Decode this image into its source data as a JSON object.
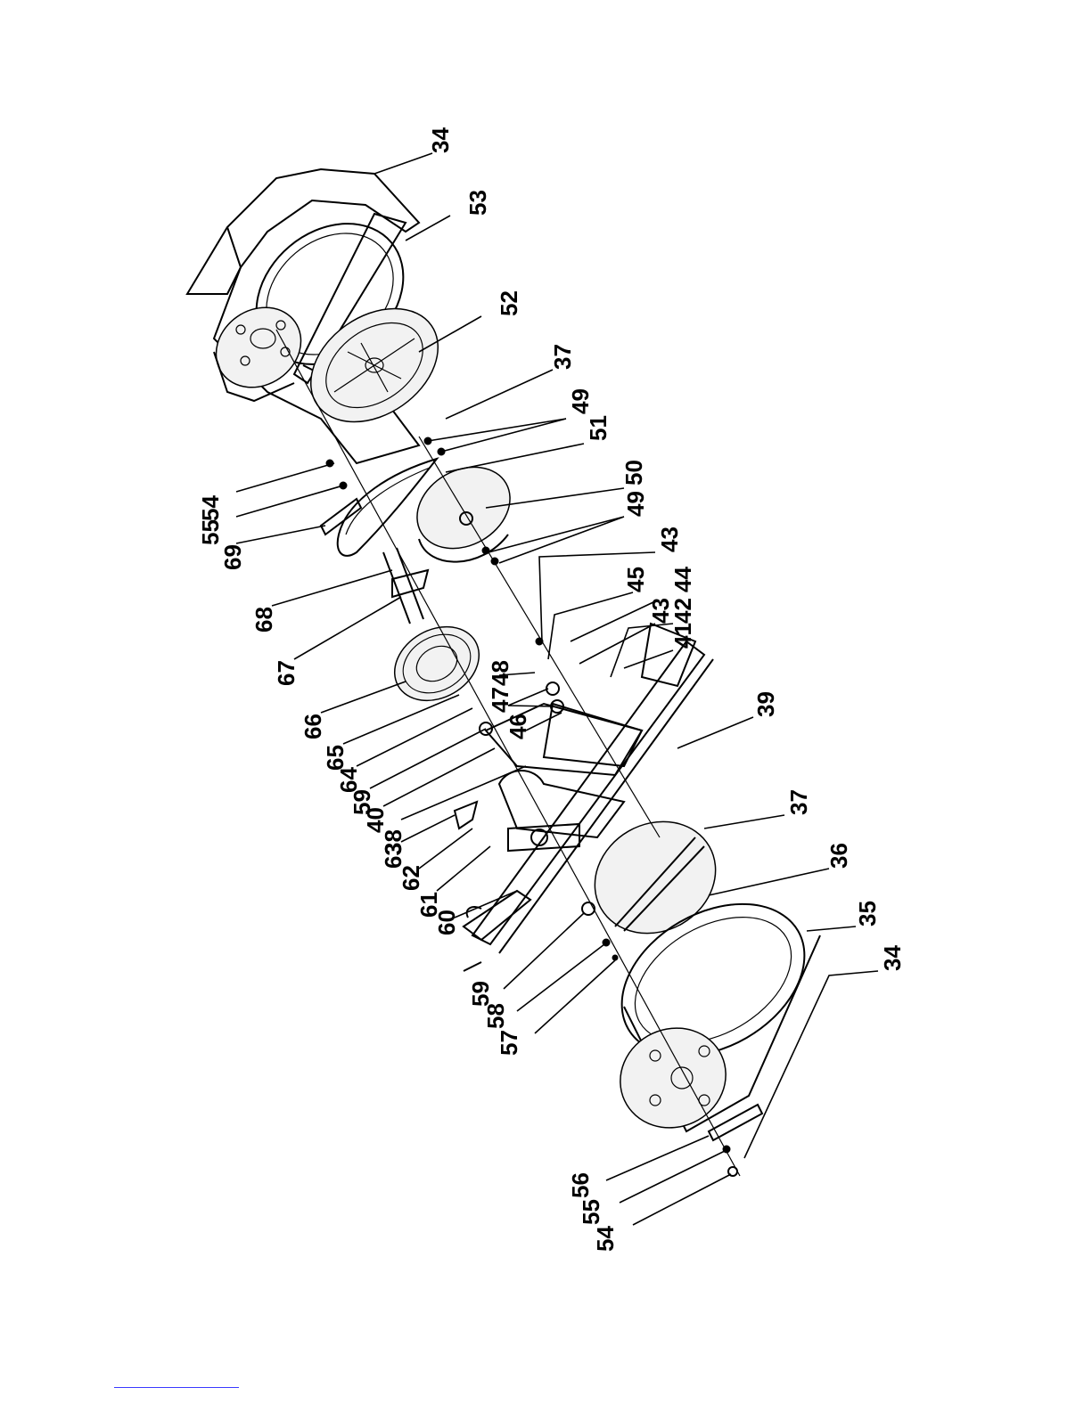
{
  "figure": {
    "type": "exploded-parts-diagram",
    "callouts": [
      {
        "label": "34"
      },
      {
        "label": "53"
      },
      {
        "label": "52"
      },
      {
        "label": "37"
      },
      {
        "label": "49"
      },
      {
        "label": "51"
      },
      {
        "label": "50"
      },
      {
        "label": "49"
      },
      {
        "label": "43"
      },
      {
        "label": "45"
      },
      {
        "label": "44"
      },
      {
        "label": "43"
      },
      {
        "label": "42"
      },
      {
        "label": "41"
      },
      {
        "label": "39"
      },
      {
        "label": "37"
      },
      {
        "label": "36"
      },
      {
        "label": "35"
      },
      {
        "label": "34"
      },
      {
        "label": "54"
      },
      {
        "label": "55"
      },
      {
        "label": "69"
      },
      {
        "label": "68"
      },
      {
        "label": "67"
      },
      {
        "label": "66"
      },
      {
        "label": "65"
      },
      {
        "label": "64"
      },
      {
        "label": "59"
      },
      {
        "label": "40"
      },
      {
        "label": "38"
      },
      {
        "label": "48"
      },
      {
        "label": "47"
      },
      {
        "label": "46"
      },
      {
        "label": "63"
      },
      {
        "label": "62"
      },
      {
        "label": "61"
      },
      {
        "label": "60"
      },
      {
        "label": "59"
      },
      {
        "label": "58"
      },
      {
        "label": "57"
      },
      {
        "label": "56"
      },
      {
        "label": "55"
      },
      {
        "label": "54"
      }
    ]
  }
}
